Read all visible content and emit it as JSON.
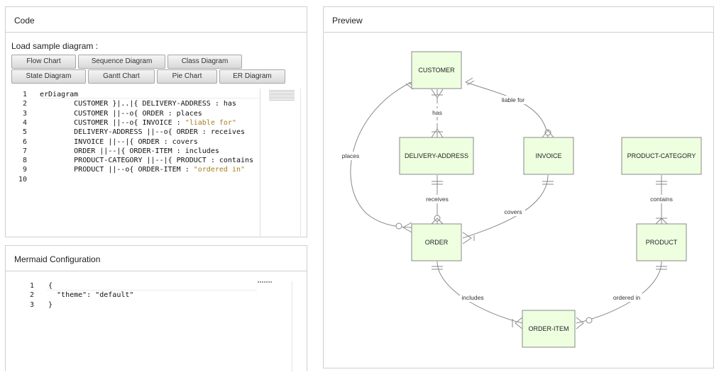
{
  "code_panel": {
    "title": "Code",
    "sample_label": "Load sample diagram :",
    "buttons": [
      "Flow Chart",
      "Sequence Diagram",
      "Class Diagram",
      "State Diagram",
      "Gantt Chart",
      "Pie Chart",
      "ER Diagram"
    ],
    "line_numbers": [
      "1",
      "2",
      "3",
      "4",
      "5",
      "6",
      "7",
      "8",
      "9",
      "10"
    ],
    "lines": [
      {
        "plain": "erDiagram",
        "str": ""
      },
      {
        "plain": "        CUSTOMER }|..|{ DELIVERY-ADDRESS : has",
        "str": ""
      },
      {
        "plain": "        CUSTOMER ||--o{ ORDER : places",
        "str": ""
      },
      {
        "plain": "        CUSTOMER ||--o{ INVOICE : ",
        "str": "\"liable for\""
      },
      {
        "plain": "        DELIVERY-ADDRESS ||--o{ ORDER : receives",
        "str": ""
      },
      {
        "plain": "        INVOICE ||--|{ ORDER : covers",
        "str": ""
      },
      {
        "plain": "        ORDER ||--|{ ORDER-ITEM : includes",
        "str": ""
      },
      {
        "plain": "        PRODUCT-CATEGORY ||--|{ PRODUCT : contains",
        "str": ""
      },
      {
        "plain": "        PRODUCT ||--o{ ORDER-ITEM : ",
        "str": "\"ordered in\""
      },
      {
        "plain": "",
        "str": ""
      }
    ]
  },
  "config_panel": {
    "title": "Mermaid Configuration",
    "line_numbers": [
      "1",
      "2",
      "3"
    ],
    "lines": [
      "{",
      "  \"theme\": \"default\"",
      "}"
    ]
  },
  "preview_panel": {
    "title": "Preview",
    "entity_fill": "#eeffe0",
    "entity_stroke": "#888888",
    "entities": {
      "customer": "CUSTOMER",
      "delivery_address": "DELIVERY-ADDRESS",
      "invoice": "INVOICE",
      "product_category": "PRODUCT-CATEGORY",
      "order": "ORDER",
      "product": "PRODUCT",
      "order_item": "ORDER-ITEM"
    },
    "relations": {
      "has": "has",
      "liable_for": "liable for",
      "places": "places",
      "receives": "receives",
      "covers": "covers",
      "contains": "contains",
      "includes": "includes",
      "ordered_in": "ordered in"
    }
  }
}
